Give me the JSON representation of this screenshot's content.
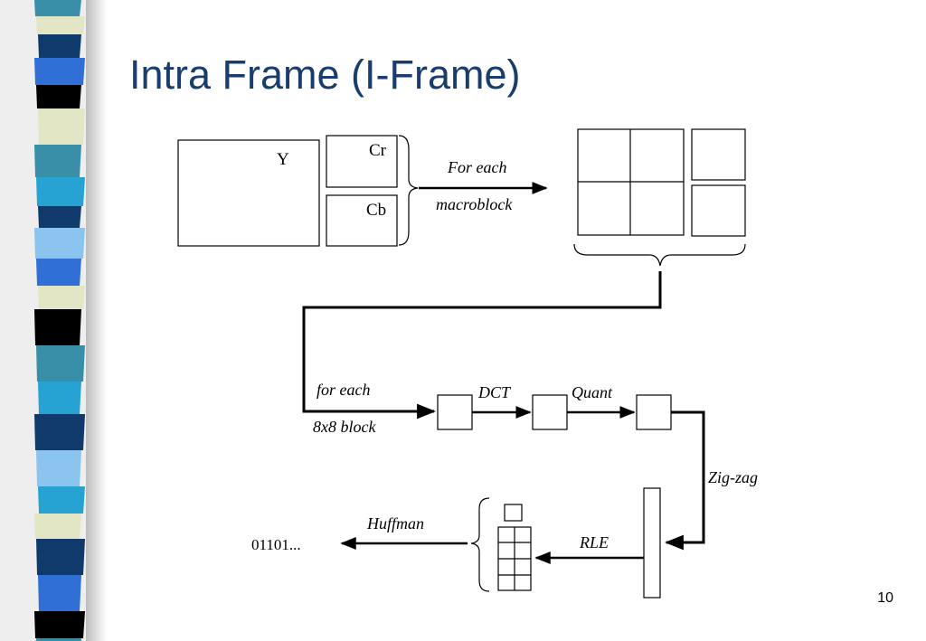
{
  "slide": {
    "title": "Intra Frame (I-Frame)",
    "page_number": "10"
  },
  "diagram": {
    "planes": {
      "y": "Y",
      "cr": "Cr",
      "cb": "Cb"
    },
    "labels": {
      "for_each": "For each",
      "macroblock": "macroblock",
      "for_each_block": "for each",
      "block_8x8": "8x8 block",
      "dct": "DCT",
      "quant": "Quant",
      "zigzag": "Zig-zag",
      "rle": "RLE",
      "huffman": "Huffman",
      "output_bits": "01101..."
    }
  },
  "colors": {
    "title": "#1a3d6e",
    "stripe_dark_blue": "#0f3a6b",
    "stripe_blue": "#2f6fd6",
    "stripe_teal": "#3a8fa8",
    "stripe_cyan": "#27a3d3",
    "stripe_light_blue": "#8cc4f0",
    "stripe_cream": "#e2e6c4",
    "stripe_black": "#000000"
  }
}
